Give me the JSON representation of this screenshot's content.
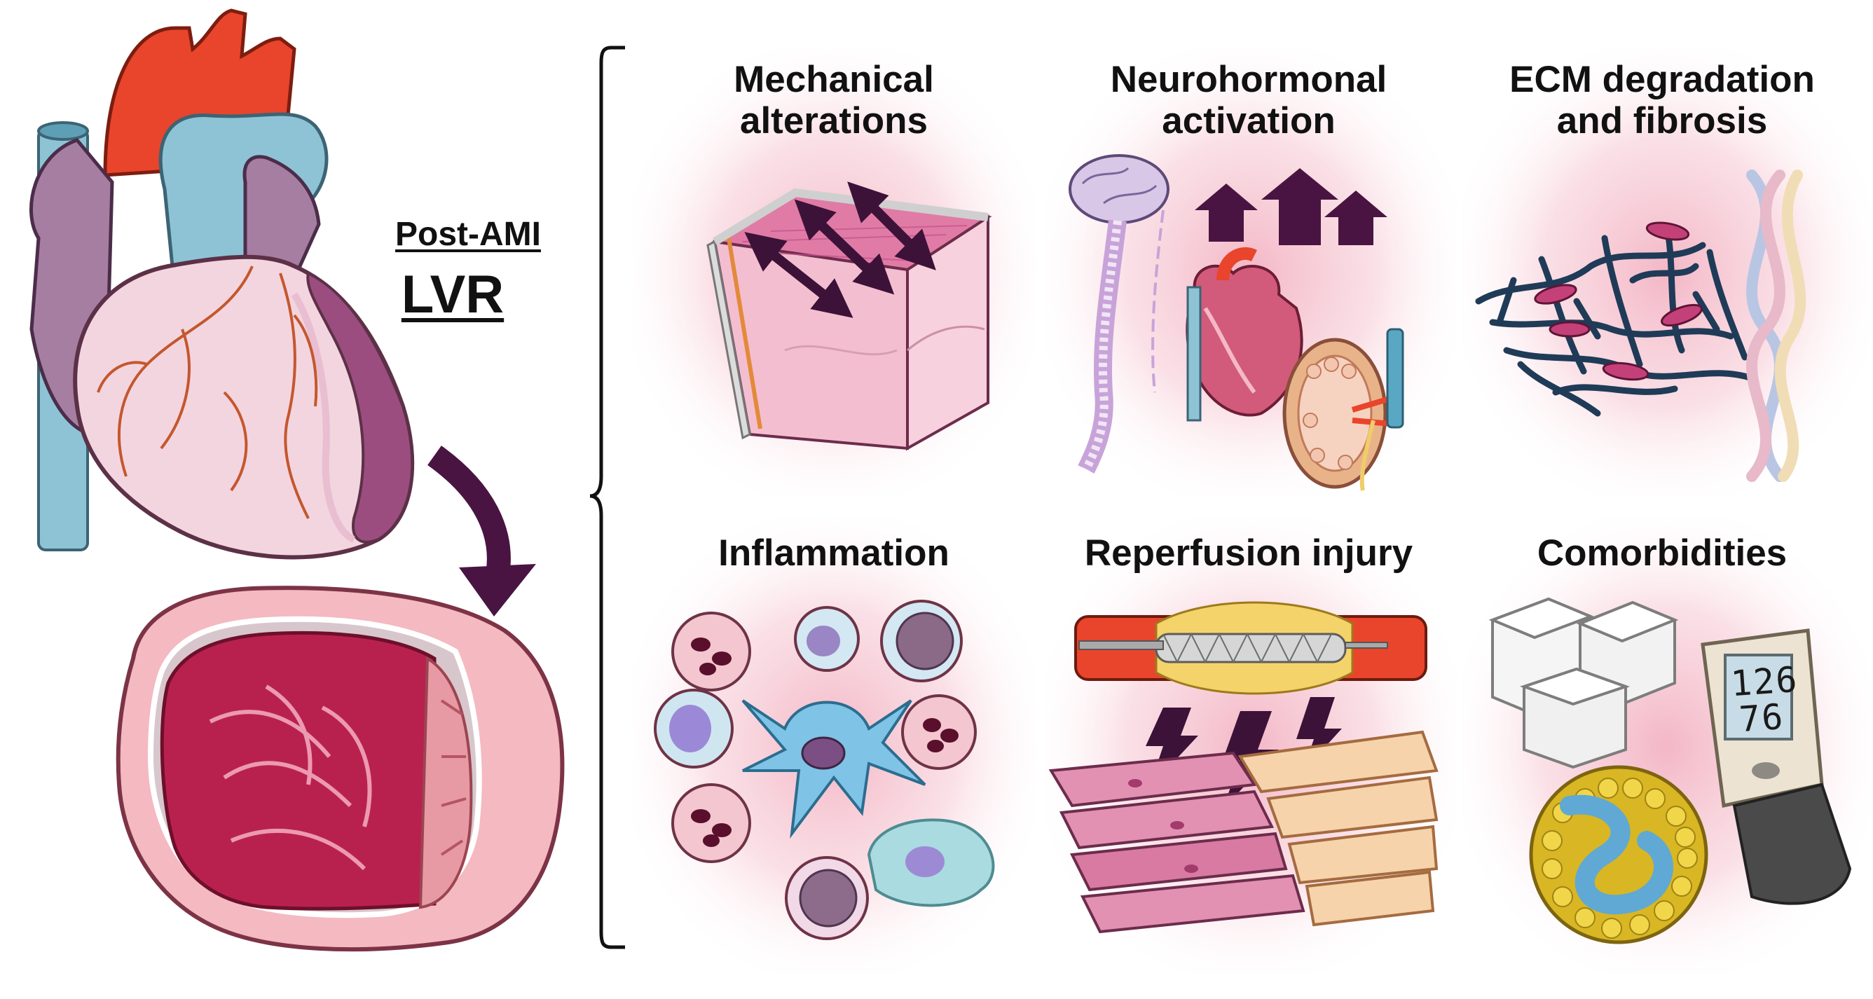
{
  "left": {
    "label_small": "Post-AMI",
    "label_large": "LVR"
  },
  "panels": [
    {
      "id": "mechanical",
      "title_line1": "Mechanical",
      "title_line2": "alterations"
    },
    {
      "id": "neurohormonal",
      "title_line1": "Neurohormonal",
      "title_line2": "activation"
    },
    {
      "id": "ecm",
      "title_line1": "ECM degradation",
      "title_line2": "and fibrosis"
    },
    {
      "id": "inflammation",
      "title_line1": "Inflammation",
      "title_line2": ""
    },
    {
      "id": "reperfusion",
      "title_line1": "Reperfusion injury",
      "title_line2": ""
    },
    {
      "id": "comorbidities",
      "title_line1": "Comorbidities",
      "title_line2": ""
    }
  ],
  "bp_monitor": {
    "systolic": "126",
    "diastolic": "76"
  },
  "colors": {
    "arrow": "#4a1442",
    "aorta": "#e8452c",
    "vessel": "#8ec3d6",
    "myocardium": "#c94a72",
    "panel_glow": "#f6cbd5"
  }
}
